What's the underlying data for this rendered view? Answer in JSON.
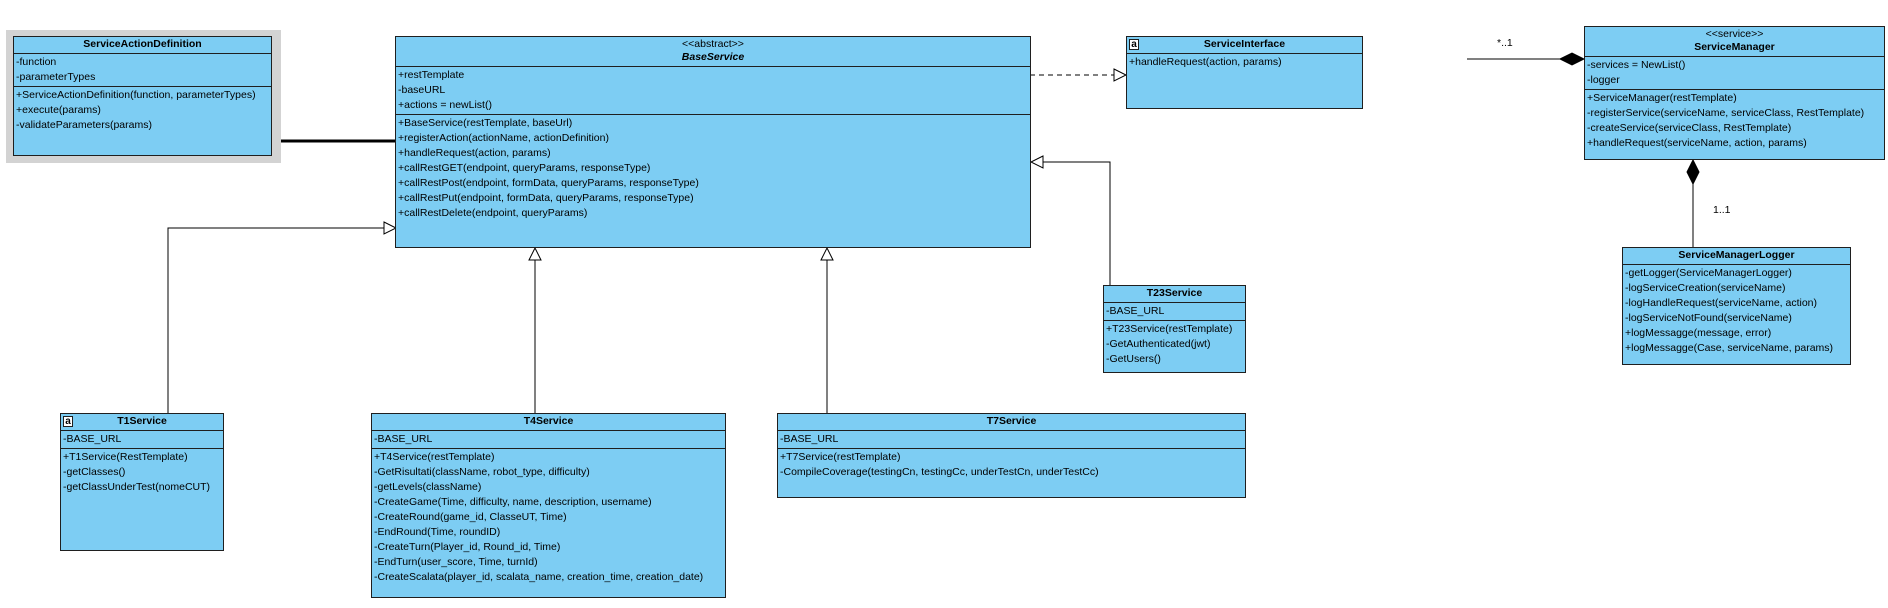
{
  "classes": {
    "service_action_definition": {
      "name": "ServiceActionDefinition",
      "attributes": [
        "-function",
        "-parameterTypes"
      ],
      "operations": [
        "+ServiceActionDefinition(function, parameterTypes)",
        "+execute(params)",
        "-validateParameters(params)"
      ]
    },
    "base_service": {
      "stereotype": "<<abstract>>",
      "name": "BaseService",
      "attributes": [
        "+restTemplate",
        "-baseURL",
        "+actions = newList()"
      ],
      "operations": [
        "+BaseService(restTemplate, baseUrl)",
        "+registerAction(actionName, actionDefinition)",
        "+handleRequest(action, params)",
        "+callRestGET(endpoint, queryParams, responseType)",
        "+callRestPost(endpoint, formData, queryParams, responseType)",
        "+callRestPut(endpoint, formData, queryParams, responseType)",
        "+callRestDelete(endpoint, queryParams)"
      ]
    },
    "service_interface": {
      "name": "ServiceInterface",
      "operations": [
        "+handleRequest(action, params)"
      ]
    },
    "service_manager": {
      "stereotype": "<<service>>",
      "name": "ServiceManager",
      "attributes": [
        "-services = NewList()",
        "-logger"
      ],
      "operations": [
        "+ServiceManager(restTemplate)",
        "-registerService(serviceName, serviceClass, RestTemplate)",
        "-createService(serviceClass, RestTemplate)",
        "+handleRequest(serviceName, action, params)"
      ]
    },
    "service_manager_logger": {
      "name": "ServiceManagerLogger",
      "operations": [
        "-getLogger(ServiceManagerLogger)",
        "-logServiceCreation(serviceName)",
        "-logHandleRequest(serviceName, action)",
        "-logServiceNotFound(serviceName)",
        "+logMessagge(message, error)",
        "+logMessagge(Case, serviceName, params)"
      ]
    },
    "t23_service": {
      "name": "T23Service",
      "attributes": [
        "-BASE_URL"
      ],
      "operations": [
        "+T23Service(restTemplate)",
        "-GetAuthenticated(jwt)",
        "-GetUsers()"
      ]
    },
    "t1_service": {
      "name": "T1Service",
      "attributes": [
        "-BASE_URL"
      ],
      "operations": [
        "+T1Service(RestTemplate)",
        "-getClasses()",
        "-getClassUnderTest(nomeCUT)"
      ]
    },
    "t4_service": {
      "name": "T4Service",
      "attributes": [
        "-BASE_URL"
      ],
      "operations": [
        "+T4Service(restTemplate)",
        "-GetRisultati(className, robot_type, difficulty)",
        "-getLevels(className)",
        "-CreateGame(Time, difficulty, name, description, username)",
        "-CreateRound(game_id, ClasseUT, Time)",
        "-EndRound(Time, roundID)",
        "-CreateTurn(Player_id, Round_id, Time)",
        "-EndTurn(user_score, Time, turnId)",
        "-CreateScalata(player_id, scalata_name, creation_time, creation_date)"
      ]
    },
    "t7_service": {
      "name": "T7Service",
      "attributes": [
        "-BASE_URL"
      ],
      "operations": [
        "+T7Service(restTemplate)",
        "-CompileCoverage(testingCn, testingCc, underTestCn, underTestCc)"
      ]
    }
  },
  "multiplicities": {
    "interface_to_manager": "*..1",
    "manager_to_logger": "1..1"
  },
  "icons": {
    "abstract_marker": "a"
  },
  "colors": {
    "class_fill": "#7dcdf3",
    "border": "#1f1f1f"
  }
}
